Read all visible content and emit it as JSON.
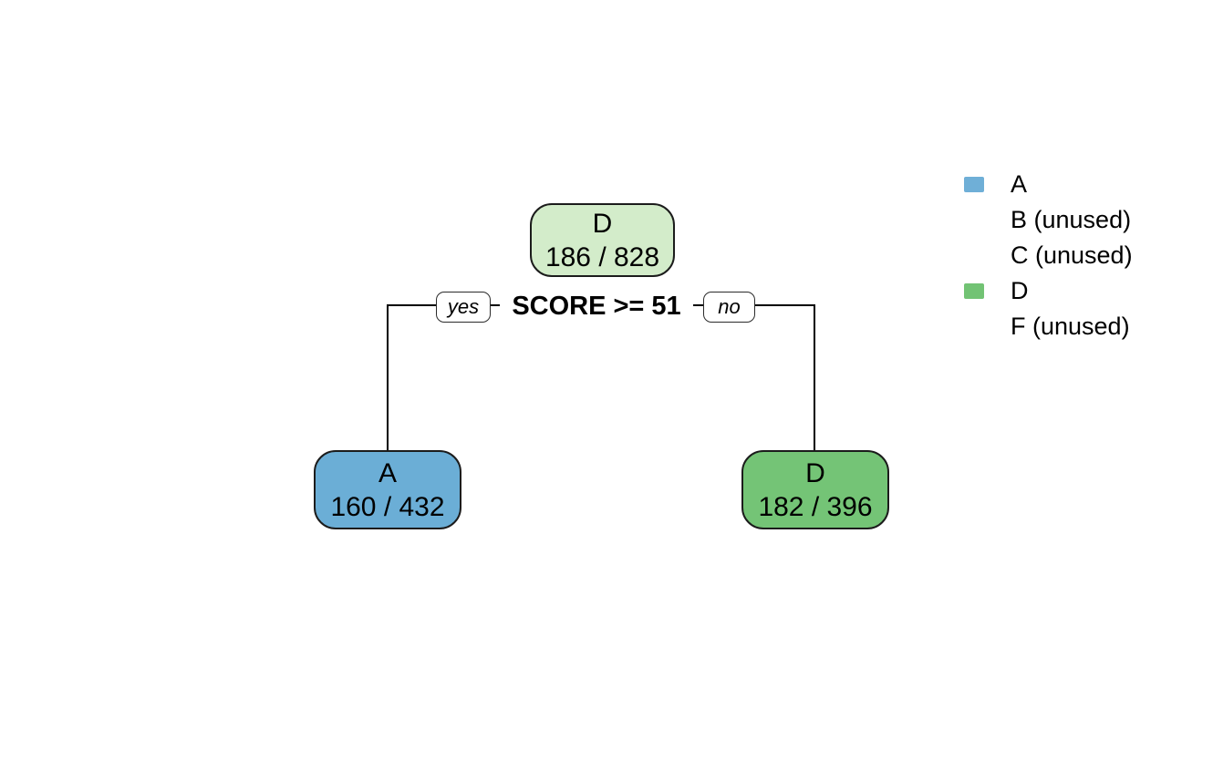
{
  "figure": {
    "background": "#ffffff",
    "kind": "decision-tree"
  },
  "tree": {
    "split": {
      "condition": "SCORE >= 51",
      "yes_label": "yes",
      "no_label": "no"
    },
    "nodes": {
      "root": {
        "class": "D",
        "stats": "186 / 828",
        "fill": "#d3ecca"
      },
      "left": {
        "class": "A",
        "stats": "160 / 432",
        "fill": "#6baed6"
      },
      "right": {
        "class": "D",
        "stats": "182 / 396",
        "fill": "#74c476"
      }
    }
  },
  "legend": {
    "items": [
      {
        "label": "A",
        "swatch": "#6fafd7"
      },
      {
        "label": "B (unused)",
        "swatch": ""
      },
      {
        "label": "C (unused)",
        "swatch": ""
      },
      {
        "label": "D",
        "swatch": "#72c374"
      },
      {
        "label": "F (unused)",
        "swatch": ""
      }
    ]
  }
}
